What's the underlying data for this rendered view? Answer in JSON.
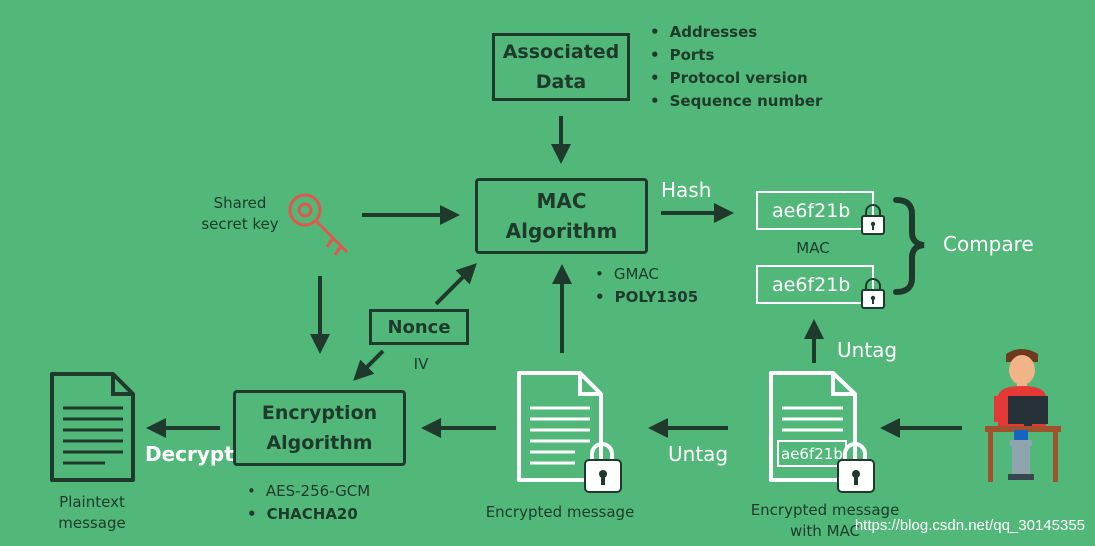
{
  "associated_data": {
    "title": "Associated Data",
    "items": [
      "Addresses",
      "Ports",
      "Protocol version",
      "Sequence number"
    ]
  },
  "mac_algorithm": {
    "title": "MAC Algorithm",
    "items": [
      "GMAC",
      "POLY1305"
    ]
  },
  "shared_key": {
    "label": "Shared secret key"
  },
  "hash_label": "Hash",
  "mac": {
    "tag_top": "ae6f21b",
    "tag_bottom": "ae6f21b",
    "label": "MAC",
    "compare": "Compare"
  },
  "nonce": {
    "title": "Nonce",
    "iv": "IV"
  },
  "encryption_algorithm": {
    "title": "Encryption Algorithm",
    "items": [
      "AES-256-GCM",
      "CHACHA20"
    ]
  },
  "decrypt_label": "Decrypt",
  "plaintext": {
    "label": "Plaintext message"
  },
  "encrypted": {
    "label": "Encrypted message"
  },
  "encrypted_mac": {
    "label": "Encrypted message with MAC",
    "tag": "ae6f21b"
  },
  "untag_top": "Untag",
  "untag_bottom": "Untag",
  "watermark": "https://blog.csdn.net/qq_30145355",
  "colors": {
    "background": "#52b87a",
    "ink": "#1f3a2c",
    "key": "#e2574c",
    "person_shirt": "#e53935"
  }
}
